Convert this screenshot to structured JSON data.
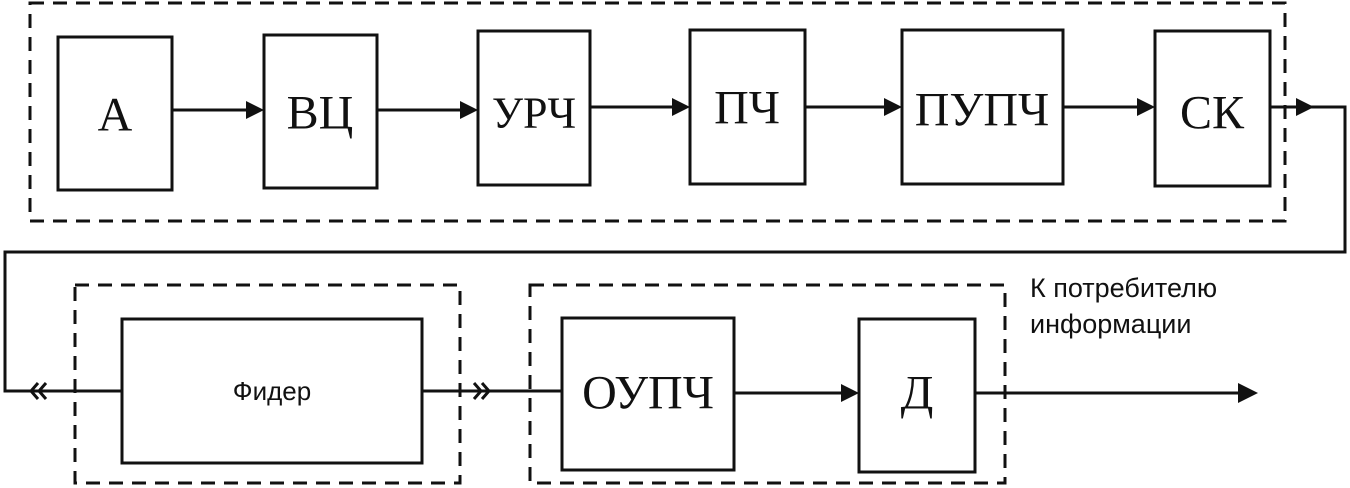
{
  "blocks": {
    "a": "А",
    "vc": "ВЦ",
    "urch": "УРЧ",
    "pch": "ПЧ",
    "pupch": "ПУПЧ",
    "sk": "СК",
    "feeder": "Фидер",
    "oupch": "ОУПЧ",
    "d": "Д"
  },
  "output_label": {
    "line1": "К потребителю",
    "line2": "информации"
  },
  "colors": {
    "line": "#111111",
    "background": "#ffffff"
  }
}
